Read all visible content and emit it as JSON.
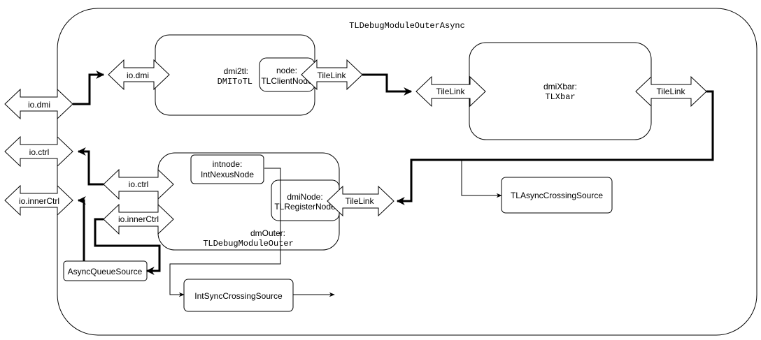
{
  "outer": {
    "title": "TLDebugModuleOuterAsync"
  },
  "ports": {
    "io_dmi": "io.dmi",
    "io_ctrl": "io.ctrl",
    "io_innerCtrl": "io.innerCtrl"
  },
  "dmi2tl": {
    "name": "dmi2tl:",
    "type": "DMIToTL",
    "port_in": "io.dmi",
    "node_label": "node:",
    "node_type": "TLClientNode",
    "port_out": "TileLink"
  },
  "dmiXbar": {
    "name": "dmiXbar:",
    "type": "TLXbar",
    "port_in": "TileLink",
    "port_out": "TileLink"
  },
  "dmOuter": {
    "name": "dmOuter:",
    "type": "TLDebugModuleOuter",
    "intnode_label": "intnode:",
    "intnode_type": "IntNexusNode",
    "dmiNode_label": "dmiNode:",
    "dmiNode_type": "TLRegisterNode",
    "port_ctrl": "io.ctrl",
    "port_innerCtrl": "io.innerCtrl",
    "port_tl": "TileLink"
  },
  "sources": {
    "tl_async": "TLAsyncCrossingSource",
    "int_sync": "IntSyncCrossingSource",
    "async_queue": "AsyncQueueSource"
  }
}
